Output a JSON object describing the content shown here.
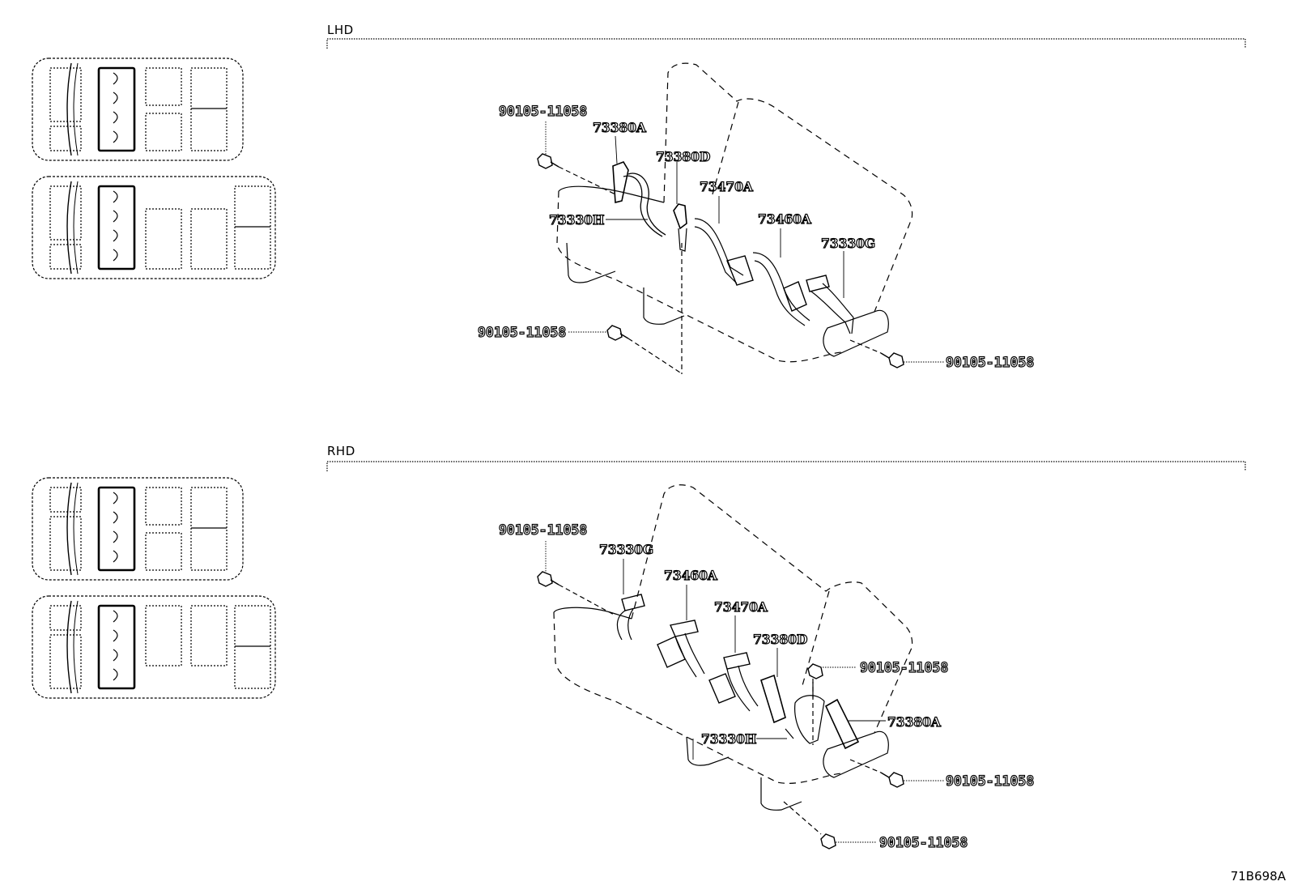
{
  "sections": [
    {
      "title": "LHD",
      "labels": [
        {
          "text": "90105-11058"
        },
        {
          "text": "73380A"
        },
        {
          "text": "73380D"
        },
        {
          "text": "73470A"
        },
        {
          "text": "73330H"
        },
        {
          "text": "73460A"
        },
        {
          "text": "73330G"
        },
        {
          "text": "90105-11058"
        },
        {
          "text": "90105-11058"
        }
      ]
    },
    {
      "title": "RHD",
      "labels": [
        {
          "text": "90105-11058"
        },
        {
          "text": "73330G"
        },
        {
          "text": "73460A"
        },
        {
          "text": "73470A"
        },
        {
          "text": "73380D"
        },
        {
          "text": "90105-11058"
        },
        {
          "text": "73380A"
        },
        {
          "text": "73330H"
        },
        {
          "text": "90105-11058"
        },
        {
          "text": "90105-11058"
        }
      ]
    }
  ],
  "drawing_code": "71B698A",
  "colors": {
    "line": "#000000",
    "background": "#ffffff"
  }
}
